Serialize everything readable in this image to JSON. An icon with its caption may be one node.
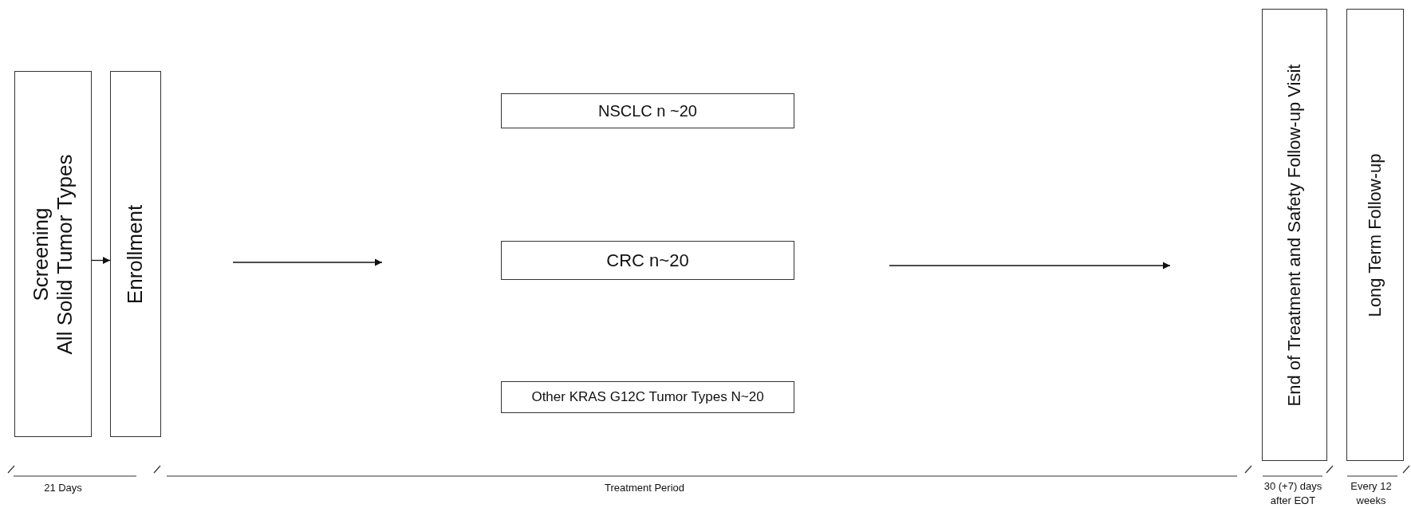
{
  "diagram": {
    "nodes": [
      {
        "text": [
          "Screening",
          "All Solid Tumor Types"
        ]
      },
      {
        "text": [
          "Enrollment"
        ]
      },
      {
        "text": [
          "NSCLC n ~20"
        ]
      },
      {
        "text": [
          "CRC n~20"
        ]
      },
      {
        "text": [
          "Other KRAS G12C Tumor Types N~20"
        ]
      },
      {
        "text": [
          "End of Treatment and Safety Follow-up Visit"
        ]
      },
      {
        "text": [
          "Long Term Follow-up"
        ]
      }
    ],
    "edges": [
      {
        "from": 0,
        "to": 1,
        "arrow": "to"
      }
    ],
    "labels": [
      "21 Days",
      "Treatment Period",
      "30 (+7) days after EOT",
      "Every 12 weeks"
    ]
  }
}
